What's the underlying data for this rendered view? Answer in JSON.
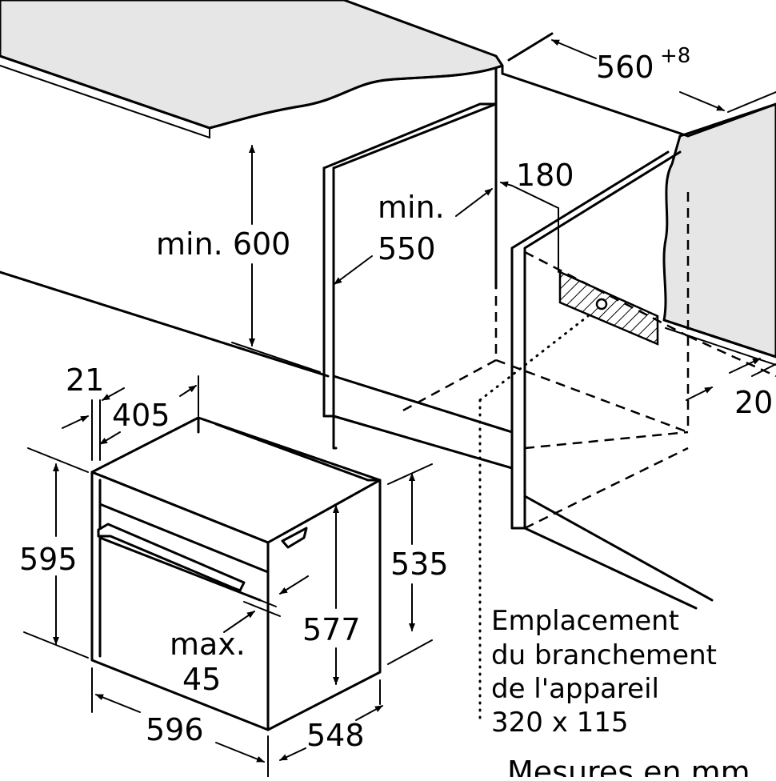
{
  "dimensions": {
    "cabinet_width": "560",
    "cabinet_width_tolerance": "+8",
    "cabinet_min_height_label": "min. 600",
    "cabinet_depth_label_1": "min.",
    "cabinet_depth_label_2": "550",
    "connection_offset": "180",
    "rear_gap": "20",
    "oven_front_thickness": "21",
    "oven_handle_depth": "405",
    "oven_height": "595",
    "oven_body_height": "535",
    "oven_inner_height": "577",
    "handle_projection_1": "max.",
    "handle_projection_2": "45",
    "oven_width": "596",
    "oven_depth": "548"
  },
  "notes": {
    "connection_line1": "Emplacement",
    "connection_line2": "du branchement",
    "connection_line3": "de l'appareil",
    "connection_line4": "320 x 115",
    "units": "Mesures en mm"
  },
  "colors": {
    "line": "#000000",
    "worktop_fill": "#e6e6e6",
    "background": "#ffffff"
  }
}
